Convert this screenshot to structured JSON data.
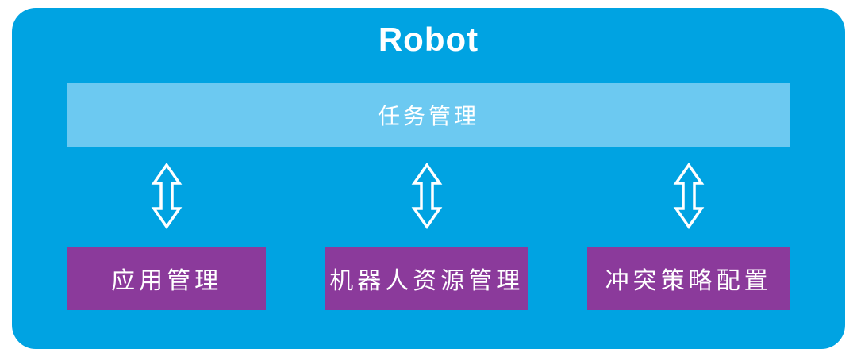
{
  "diagram": {
    "title": "Robot",
    "top_bar": {
      "label": "任务管理"
    },
    "arrows": [
      {
        "icon": "bidirectional-arrow-icon"
      },
      {
        "icon": "bidirectional-arrow-icon"
      },
      {
        "icon": "bidirectional-arrow-icon"
      }
    ],
    "modules": [
      {
        "label": "应用管理"
      },
      {
        "label": "机器人资源管理"
      },
      {
        "label": "冲突策略配置"
      }
    ],
    "colors": {
      "container_bg": "#00A3E2",
      "top_bar_bg": "#6CC9F1",
      "module_bg": "#8B3A9B",
      "text": "#FFFFFF",
      "title_text": "#FFFFFF"
    }
  }
}
